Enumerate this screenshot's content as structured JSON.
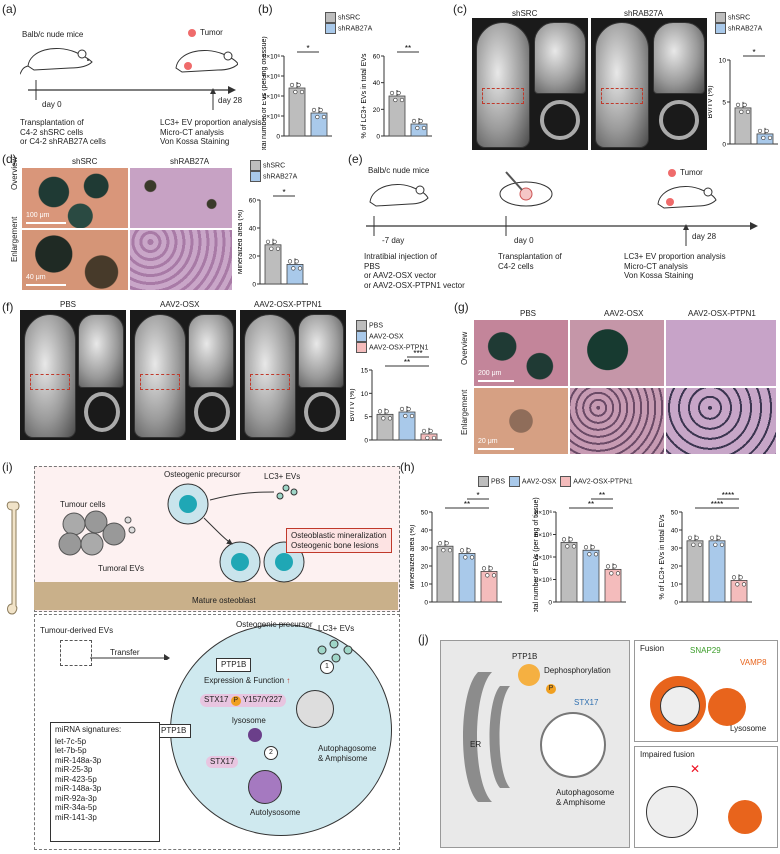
{
  "panel_labels": {
    "a": "(a)",
    "b": "(b)",
    "c": "(c)",
    "d": "(d)",
    "e": "(e)",
    "f": "(f)",
    "g": "(g)",
    "h": "(h)",
    "i": "(i)",
    "j": "(j)"
  },
  "colors": {
    "shSRC": "#bdbdbd",
    "shRAB27A": "#a9c9ea",
    "PBS": "#bdbdbd",
    "AAV2_OSX": "#a9c9ea",
    "AAV2_OSX_PTPN1": "#f4bcbc",
    "tumor": "#ef6b6b",
    "cell": "#c9e4ec",
    "nucleus": "#1fa7b5",
    "lysosome": "#e85d2c",
    "ptp1b": "#f0a020",
    "stx17": "#3a8fd0",
    "snap29": "#5bbf3a",
    "vamp8": "#e8641c"
  },
  "a": {
    "mouse": "Balb/c nude mice",
    "tumor": "Tumor",
    "day0": "day 0",
    "day28": "day 28",
    "left_text": [
      "Transplantation of",
      "C4-2 shSRC cells",
      "or C4-2 shRAB27A cells"
    ],
    "right_text": [
      "LC3+ EV proportion analysis",
      "Micro-CT analysis",
      "Von Kossa Staining"
    ]
  },
  "legend_sh": {
    "shSRC": "shSRC",
    "shRAB27A": "shRAB27A"
  },
  "b": {
    "chart_data": [
      {
        "type": "bar",
        "ylabel": "Total number of EVs (per mg of tissue)",
        "yticks": [
          "0",
          "2×10⁶",
          "4×10⁶",
          "6×10⁶",
          "8×10⁶"
        ],
        "ylim": [
          0,
          8000000
        ],
        "categories": [
          "shSRC",
          "shRAB27A"
        ],
        "values": [
          4800000,
          2300000
        ],
        "significance": "*"
      },
      {
        "type": "bar",
        "ylabel": "% of LC3+ EVs in total EVs",
        "yticks": [
          "0",
          "20",
          "40",
          "60"
        ],
        "ylim": [
          0,
          60
        ],
        "categories": [
          "shSRC",
          "shRAB27A"
        ],
        "values": [
          30,
          9
        ],
        "significance": "**"
      }
    ]
  },
  "c": {
    "shSRC": "shSRC",
    "shRAB27A": "shRAB27A",
    "chart_data": {
      "type": "bar",
      "ylabel": "BV/TV (%)",
      "yticks": [
        "0",
        "5",
        "10"
      ],
      "ylim": [
        0,
        10
      ],
      "categories": [
        "shSRC",
        "shRAB27A"
      ],
      "values": [
        4.3,
        1.2
      ],
      "significance": "*"
    }
  },
  "d": {
    "col1": "shSRC",
    "col2": "shRAB27A",
    "row1": "Overview",
    "row2": "Enlargement",
    "scale1": "100 μm",
    "scale2": "40 μm",
    "chart_data": {
      "type": "bar",
      "ylabel": "Mineralized area (%)",
      "yticks": [
        "0",
        "20",
        "40",
        "60"
      ],
      "ylim": [
        0,
        60
      ],
      "categories": [
        "shSRC",
        "shRAB27A"
      ],
      "values": [
        28,
        14
      ],
      "significance": "*"
    }
  },
  "e": {
    "mouse": "Balb/c nude mice",
    "tumor": "Tumor",
    "dayneg7": "-7 day",
    "day0": "day 0",
    "day28": "day 28",
    "left_text": [
      "Intratibial injection of",
      "PBS",
      "or AAV2-OSX vector",
      "or AAV2-OSX-PTPN1 vector"
    ],
    "mid_text": [
      "Transplantation of",
      "C4-2 cells"
    ],
    "right_text": [
      "LC3+ EV proportion analysis",
      "Micro-CT analysis",
      "Von Kossa Staining"
    ]
  },
  "legend3": {
    "PBS": "PBS",
    "OSX": "AAV2-OSX",
    "PTPN1": "AAV2-OSX-PTPN1"
  },
  "f": {
    "col1": "PBS",
    "col2": "AAV2-OSX",
    "col3": "AAV2-OSX-PTPN1",
    "chart_data": {
      "type": "bar",
      "ylabel": "BV/TV (%)",
      "yticks": [
        "0",
        "5",
        "10",
        "15"
      ],
      "ylim": [
        0,
        15
      ],
      "categories": [
        "PBS",
        "AAV2-OSX",
        "AAV2-OSX-PTPN1"
      ],
      "values": [
        5.5,
        6.0,
        1.3
      ],
      "significance": [
        "**",
        "***"
      ]
    }
  },
  "g": {
    "col1": "PBS",
    "col2": "AAV2-OSX",
    "col3": "AAV2-OSX-PTPN1",
    "row1": "Overview",
    "row2": "Enlargement",
    "scale1": "200 μm",
    "scale2": "20 μm"
  },
  "h": {
    "chart_data": [
      {
        "type": "bar",
        "ylabel": "Mineralized area (%)",
        "yticks": [
          "0",
          "10",
          "20",
          "30",
          "40",
          "50"
        ],
        "ylim": [
          0,
          50
        ],
        "categories": [
          "PBS",
          "AAV2-OSX",
          "AAV2-OSX-PTPN1"
        ],
        "values": [
          31,
          27,
          17
        ],
        "significance": [
          "**",
          "*"
        ]
      },
      {
        "type": "bar",
        "ylabel": "Total number of EVs (per mg of tissue)",
        "yticks": [
          "0",
          "2×10⁶",
          "4×10⁶",
          "6×10⁶",
          "8×10⁶"
        ],
        "ylim": [
          0,
          8000000
        ],
        "categories": [
          "PBS",
          "AAV2-OSX",
          "AAV2-OSX-PTPN1"
        ],
        "values": [
          5300000,
          4600000,
          2900000
        ],
        "significance": [
          "**",
          "**"
        ]
      },
      {
        "type": "bar",
        "ylabel": "% of LC3+ EVs in total EVs",
        "yticks": [
          "0",
          "10",
          "20",
          "30",
          "40",
          "50"
        ],
        "ylim": [
          0,
          50
        ],
        "categories": [
          "PBS",
          "AAV2-OSX",
          "AAV2-OSX-PTPN1"
        ],
        "values": [
          34,
          34,
          12
        ],
        "significance": [
          "****",
          "****"
        ]
      }
    ]
  },
  "i": {
    "precursor": "Osteogenic precursor",
    "lc3": "LC3+ EVs",
    "tumour_cells": "Tumour cells",
    "tumoral_evs": "Tumoral EVs",
    "effect1": "Osteoblastic mineralization",
    "effect2": "Osteogenic bone lesions",
    "mature": "Mature osteoblast",
    "bottom_title": "Osteogenic precursor",
    "tumour_evs": "Tumour-derived EVs",
    "transfer": "Transfer",
    "ptp1b": "PTP1B",
    "expression": "Expression & Function",
    "lc3b": "LC3+ EVs",
    "stx17p": "STX17",
    "site": "Y157/Y227",
    "lysosome": "lysosome",
    "ptp1b2": "PTP1B",
    "stx17": "STX17",
    "autophagosome": [
      "Autophagosome",
      "& Amphisome"
    ],
    "autolysosome": "Autolysosome",
    "step1": "1",
    "step2": "2",
    "mirna_title": "miRNA signatures:",
    "mirnas": [
      "let-7c-5p",
      "let-7b-5p",
      "miR-148a-3p",
      "miR-25-3p",
      "miR-423-5p",
      "miR-148a-3p",
      "miR-92a-3p",
      "miR-34a-5p",
      "miR-141-3p"
    ],
    "p": "P",
    "arrow_up": "↑"
  },
  "j": {
    "er": "ER",
    "ptp1b": "PTP1B",
    "dephos": "Dephosphorylation",
    "stx17": "STX17",
    "autophagosome": [
      "Autophagosome",
      "& Amphisome"
    ],
    "fusion": "Fusion",
    "snap29": "SNAP29",
    "vamp8": "VAMP8",
    "lysosome": "Lysosome",
    "impaired": "Impaired fusion",
    "p": "P",
    "x": "✕"
  }
}
